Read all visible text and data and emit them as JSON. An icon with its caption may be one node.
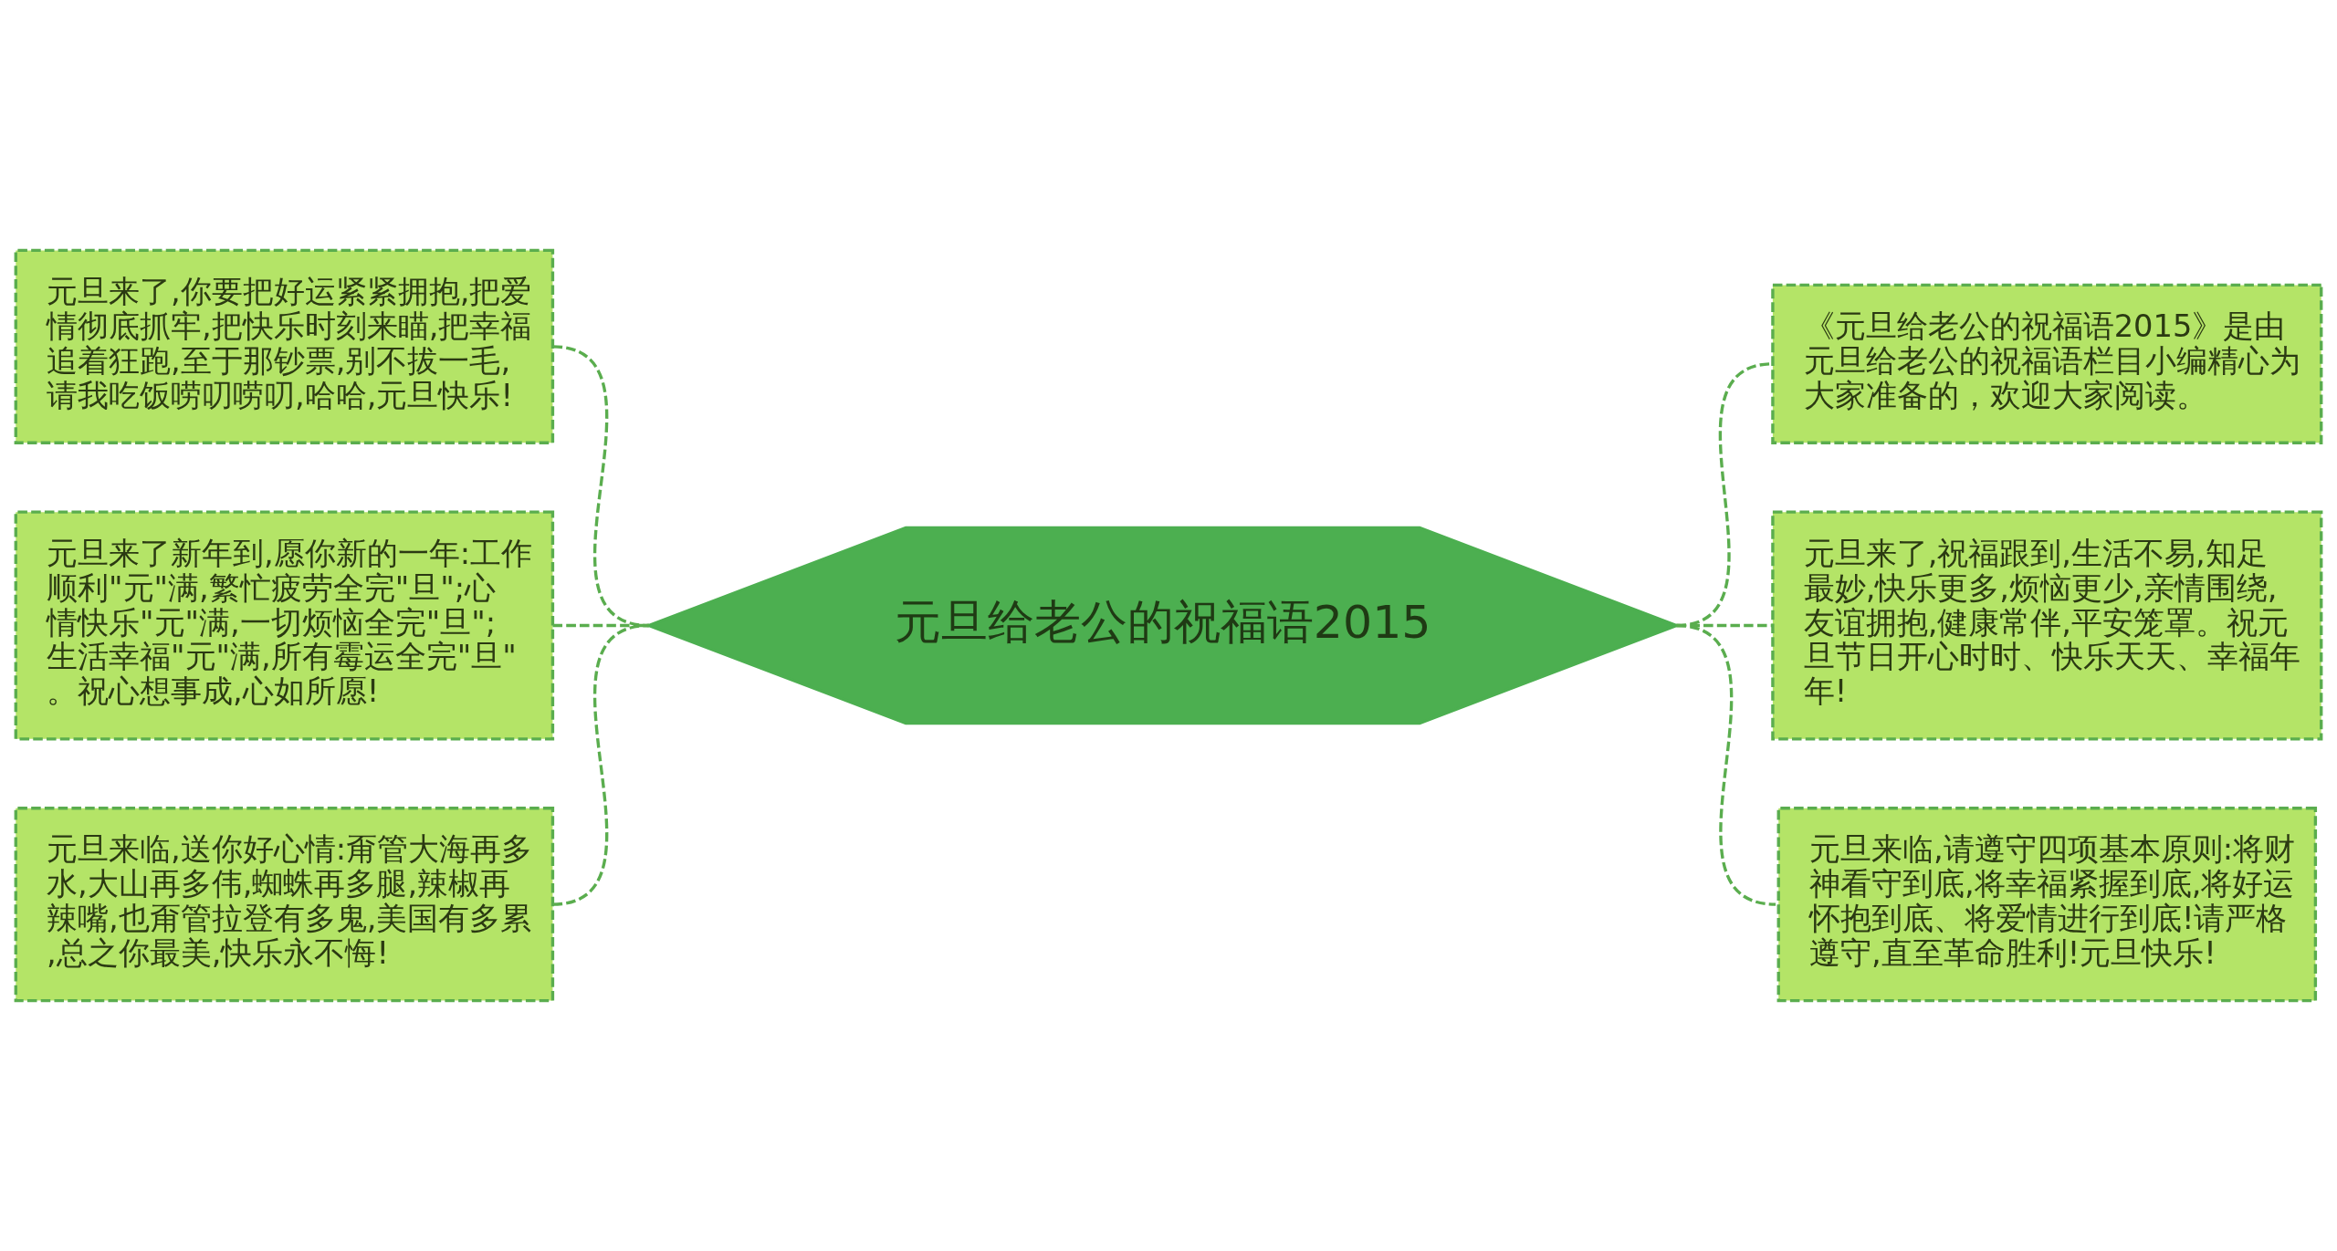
{
  "diagram": {
    "nodes": [
      {
        "text": [
          "元旦给老公的祝福语2015"
        ]
      },
      {
        "text": [
          "元旦来了,你要把好运紧紧拥抱,把爱情彻底抓牢,把快乐时刻来瞄,把幸福追着狂跑,至于那钞票,别不拔一毛,请我吃饭唠叨唠叨,哈哈,元旦快乐!"
        ]
      },
      {
        "text": [
          "元旦来了新年到,愿你新的一年:工作顺利\"元\"满,繁忙疲劳全完\"旦\";心情快乐\"元\"满,一切烦恼全完\"旦\";生活幸福\"元\"满,所有霉运全完\"旦\"。祝心想事成,心如所愿!"
        ]
      },
      {
        "text": [
          "元旦来临,送你好心情:甭管大海再多水,大山再多伟,蜘蛛再多腿,辣椒再辣嘴,也甭管拉登有多鬼,美国有多累,总之你最美,快乐永不悔!"
        ]
      },
      {
        "text": [
          "《元旦给老公的祝福语2015》是由元旦给老公的祝福语栏目小编精心为大家准备的，欢迎大家阅读。"
        ]
      },
      {
        "text": [
          "元旦来了,祝福跟到,生活不易,知足最妙,快乐更多,烦恼更少,亲情围绕,友谊拥抱,健康常伴,平安笼罩。祝元旦节日开心时时、快乐天天、幸福年年!"
        ]
      },
      {
        "text": [
          "元旦来临,请遵守四项基本原则:将财神看守到底,将幸福紧握到底,将好运怀抱到底、将爱情进行到底!请严格遵守,直至革命胜利!元旦快乐!"
        ]
      }
    ],
    "edges": [
      {
        "from": 0,
        "to": 1,
        "arrow": "none",
        "style": "dashed"
      },
      {
        "from": 0,
        "to": 2,
        "arrow": "none",
        "style": "dashed"
      },
      {
        "from": 0,
        "to": 3,
        "arrow": "none",
        "style": "dashed"
      },
      {
        "from": 0,
        "to": 4,
        "arrow": "none",
        "style": "dashed"
      },
      {
        "from": 0,
        "to": 5,
        "arrow": "none",
        "style": "dashed"
      },
      {
        "from": 0,
        "to": 6,
        "arrow": "none",
        "style": "dashed"
      }
    ]
  }
}
